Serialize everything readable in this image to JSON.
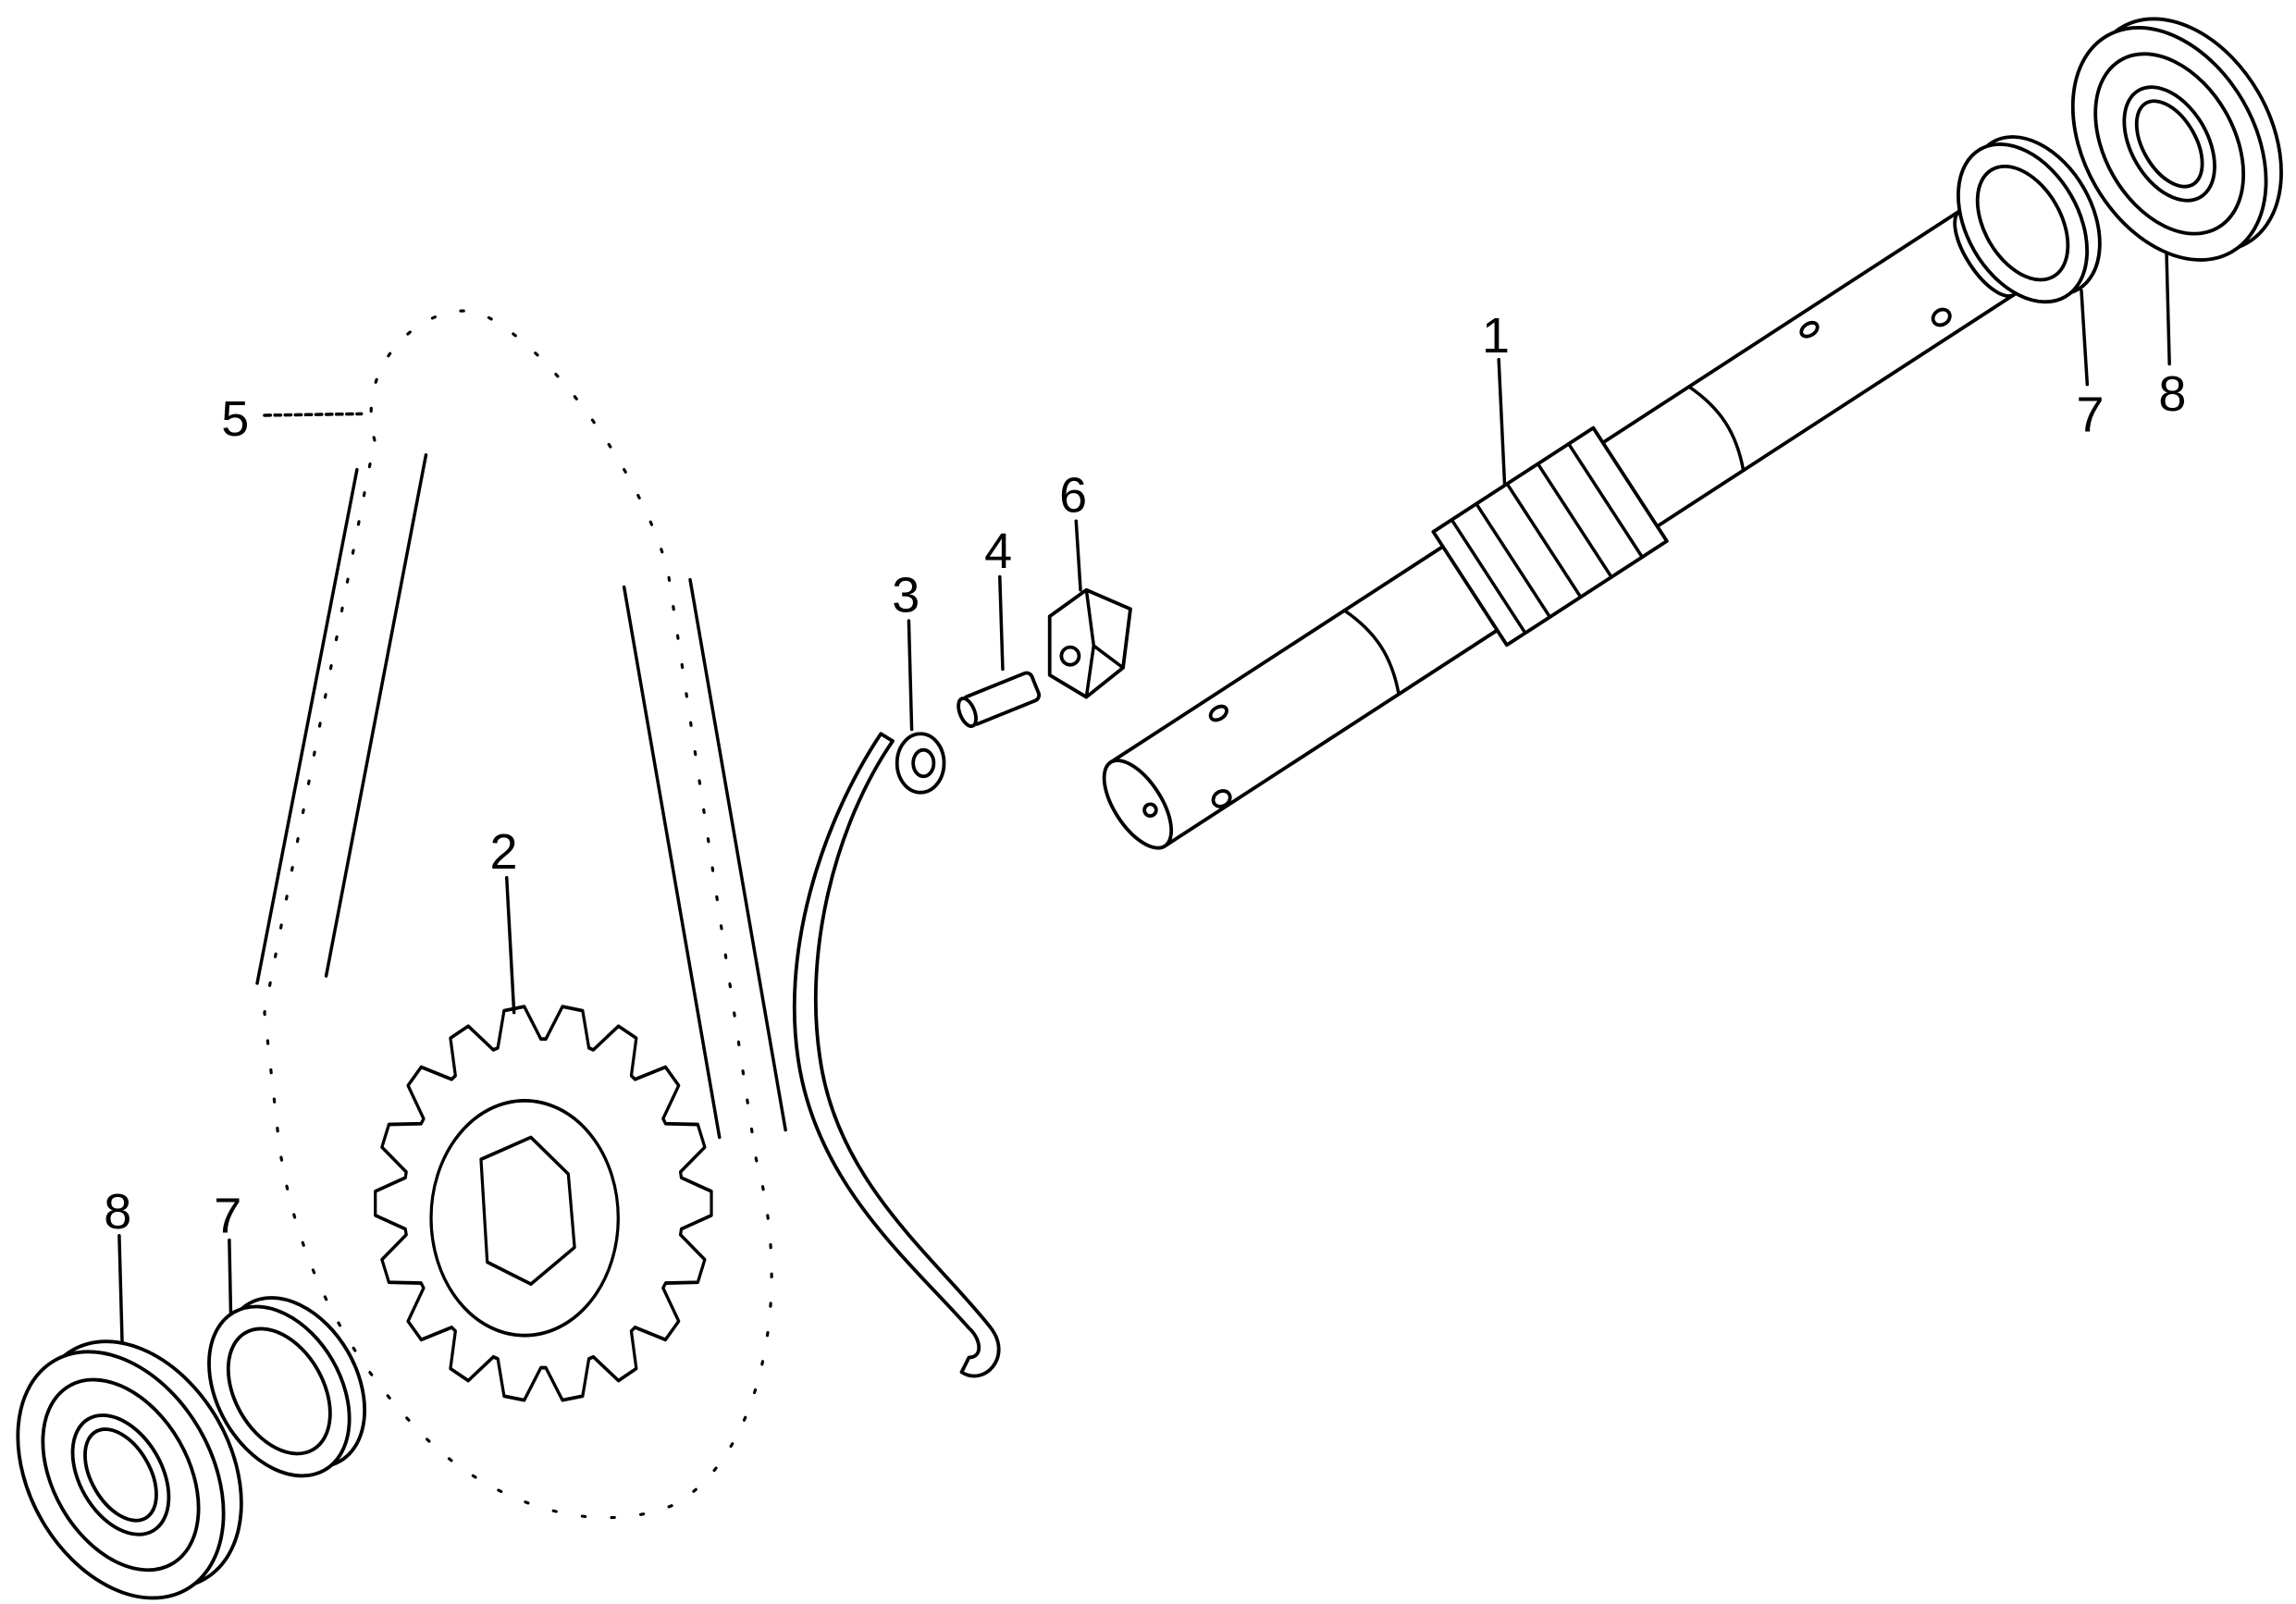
{
  "diagram": {
    "type": "exploded-parts-view",
    "background": "#ffffff",
    "ink": "#000000",
    "callouts": [
      {
        "id": "1",
        "part": "shaft"
      },
      {
        "id": "2",
        "part": "sprocket"
      },
      {
        "id": "3",
        "part": "spring"
      },
      {
        "id": "4",
        "part": "pin"
      },
      {
        "id": "5",
        "part": "chain"
      },
      {
        "id": "6",
        "part": "clip"
      },
      {
        "id": "7",
        "part": "collar-right"
      },
      {
        "id": "8",
        "part": "bearing-right"
      },
      {
        "id": "7",
        "part": "collar-left"
      },
      {
        "id": "8",
        "part": "bearing-left"
      }
    ]
  }
}
